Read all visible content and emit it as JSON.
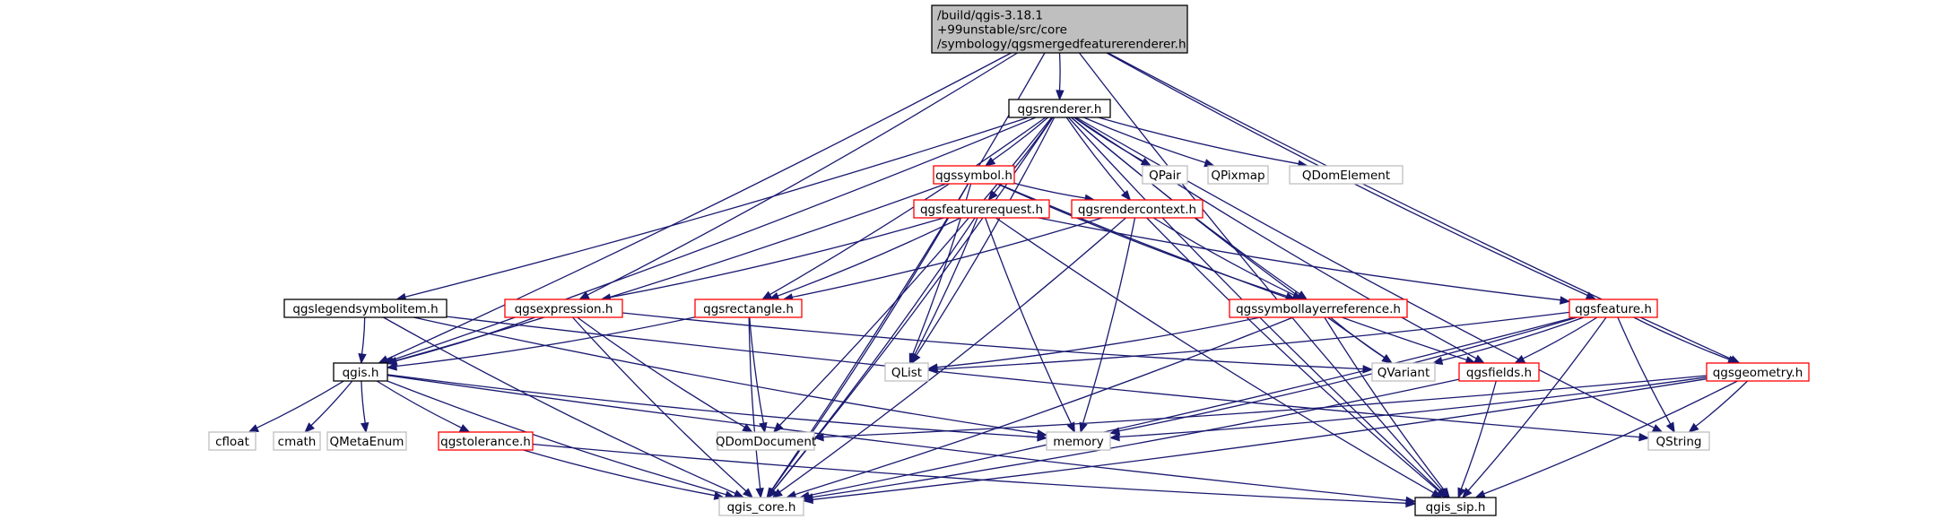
{
  "nodes": {
    "root": {
      "lines": [
        "/build/qgis-3.18.1",
        "+99unstable/src/core",
        "/symbology/qgsmergedfeaturerenderer.h"
      ],
      "style": "root"
    },
    "renderer": {
      "lines": [
        "qgsrenderer.h"
      ],
      "style": "black"
    },
    "symbol": {
      "lines": [
        "qgssymbol.h"
      ],
      "style": "red"
    },
    "featurerequest": {
      "lines": [
        "qgsfeaturerequest.h"
      ],
      "style": "red"
    },
    "rendercontext": {
      "lines": [
        "qgsrendercontext.h"
      ],
      "style": "red"
    },
    "legendsymbolitem": {
      "lines": [
        "qgslegendsymbolitem.h"
      ],
      "style": "black"
    },
    "expression": {
      "lines": [
        "qgsexpression.h"
      ],
      "style": "red"
    },
    "rectangle": {
      "lines": [
        "qgsrectangle.h"
      ],
      "style": "red"
    },
    "symbollayerreference": {
      "lines": [
        "qgssymbollayerreference.h"
      ],
      "style": "red"
    },
    "feature": {
      "lines": [
        "qgsfeature.h"
      ],
      "style": "red"
    },
    "qgis": {
      "lines": [
        "qgis.h"
      ],
      "style": "black"
    },
    "qlist": {
      "lines": [
        "QList"
      ],
      "style": "gray"
    },
    "qvariant": {
      "lines": [
        "QVariant"
      ],
      "style": "gray"
    },
    "fields": {
      "lines": [
        "qgsfields.h"
      ],
      "style": "red"
    },
    "geometry": {
      "lines": [
        "qgsgeometry.h"
      ],
      "style": "red"
    },
    "qpair": {
      "lines": [
        "QPair"
      ],
      "style": "gray"
    },
    "qpixmap": {
      "lines": [
        "QPixmap"
      ],
      "style": "gray"
    },
    "qdomelement": {
      "lines": [
        "QDomElement"
      ],
      "style": "gray"
    },
    "cfloat": {
      "lines": [
        "cfloat"
      ],
      "style": "gray"
    },
    "cmath": {
      "lines": [
        "cmath"
      ],
      "style": "gray"
    },
    "qmetaenum": {
      "lines": [
        "QMetaEnum"
      ],
      "style": "gray"
    },
    "tolerance": {
      "lines": [
        "qgstolerance.h"
      ],
      "style": "red"
    },
    "qdomdocument": {
      "lines": [
        "QDomDocument"
      ],
      "style": "gray"
    },
    "memory": {
      "lines": [
        "memory"
      ],
      "style": "gray"
    },
    "qstring": {
      "lines": [
        "QString"
      ],
      "style": "gray"
    },
    "qgis_core": {
      "lines": [
        "qgis_core.h"
      ],
      "style": "gray"
    },
    "qgis_sip": {
      "lines": [
        "qgis_sip.h"
      ],
      "style": "black"
    }
  },
  "edges": [
    [
      "root",
      "renderer"
    ],
    [
      "root",
      "expression"
    ],
    [
      "root",
      "feature"
    ],
    [
      "root",
      "geometry"
    ],
    [
      "root",
      "qgis"
    ],
    [
      "root",
      "qgis_core"
    ],
    [
      "root",
      "qgis_sip"
    ],
    [
      "renderer",
      "symbol"
    ],
    [
      "renderer",
      "featurerequest"
    ],
    [
      "renderer",
      "rendercontext"
    ],
    [
      "renderer",
      "legendsymbolitem"
    ],
    [
      "renderer",
      "rectangle"
    ],
    [
      "renderer",
      "symbollayerreference"
    ],
    [
      "renderer",
      "qgis"
    ],
    [
      "renderer",
      "qlist"
    ],
    [
      "renderer",
      "qvariant"
    ],
    [
      "renderer",
      "fields"
    ],
    [
      "renderer",
      "qpair"
    ],
    [
      "renderer",
      "qpixmap"
    ],
    [
      "renderer",
      "qdomelement"
    ],
    [
      "renderer",
      "qdomdocument"
    ],
    [
      "renderer",
      "qstring"
    ],
    [
      "renderer",
      "qgis_core"
    ],
    [
      "renderer",
      "qgis_sip"
    ],
    [
      "symbol",
      "rendercontext"
    ],
    [
      "symbol",
      "symbollayerreference"
    ],
    [
      "symbol",
      "fields"
    ],
    [
      "symbol",
      "qgis"
    ],
    [
      "symbol",
      "qlist"
    ],
    [
      "symbol",
      "qgis_core"
    ],
    [
      "featurerequest",
      "expression"
    ],
    [
      "featurerequest",
      "rectangle"
    ],
    [
      "featurerequest",
      "feature"
    ],
    [
      "featurerequest",
      "qlist"
    ],
    [
      "featurerequest",
      "memory"
    ],
    [
      "featurerequest",
      "qgis_core"
    ],
    [
      "featurerequest",
      "qgis_sip"
    ],
    [
      "rendercontext",
      "rectangle"
    ],
    [
      "rendercontext",
      "symbollayerreference"
    ],
    [
      "rendercontext",
      "memory"
    ],
    [
      "rendercontext",
      "qgis_core"
    ],
    [
      "rendercontext",
      "qgis_sip"
    ],
    [
      "legendsymbolitem",
      "qgis"
    ],
    [
      "legendsymbolitem",
      "memory"
    ],
    [
      "legendsymbolitem",
      "qstring"
    ],
    [
      "legendsymbolitem",
      "qgis_core"
    ],
    [
      "expression",
      "qgis"
    ],
    [
      "expression",
      "qvariant"
    ],
    [
      "expression",
      "qdomdocument"
    ],
    [
      "expression",
      "qgis_core"
    ],
    [
      "rectangle",
      "qgis"
    ],
    [
      "rectangle",
      "qdomdocument"
    ],
    [
      "rectangle",
      "qgis_core"
    ],
    [
      "symbollayerreference",
      "qlist"
    ],
    [
      "symbollayerreference",
      "qvariant"
    ],
    [
      "symbollayerreference",
      "qgis_core"
    ],
    [
      "symbollayerreference",
      "qgis_sip"
    ],
    [
      "feature",
      "qlist"
    ],
    [
      "feature",
      "qvariant"
    ],
    [
      "feature",
      "fields"
    ],
    [
      "feature",
      "geometry"
    ],
    [
      "feature",
      "memory"
    ],
    [
      "feature",
      "qstring"
    ],
    [
      "feature",
      "qgis_core"
    ],
    [
      "feature",
      "qgis_sip"
    ],
    [
      "qgis",
      "cfloat"
    ],
    [
      "qgis",
      "cmath"
    ],
    [
      "qgis",
      "qmetaenum"
    ],
    [
      "qgis",
      "tolerance"
    ],
    [
      "qgis",
      "memory"
    ],
    [
      "qgis",
      "qgis_core"
    ],
    [
      "qgis",
      "qgis_sip"
    ],
    [
      "fields",
      "qgis_core"
    ],
    [
      "fields",
      "qgis_sip"
    ],
    [
      "geometry",
      "qdomdocument"
    ],
    [
      "geometry",
      "memory"
    ],
    [
      "geometry",
      "qstring"
    ],
    [
      "geometry",
      "qgis_core"
    ],
    [
      "geometry",
      "qgis_sip"
    ],
    [
      "tolerance",
      "qgis_core"
    ],
    [
      "tolerance",
      "qgis_sip"
    ]
  ]
}
